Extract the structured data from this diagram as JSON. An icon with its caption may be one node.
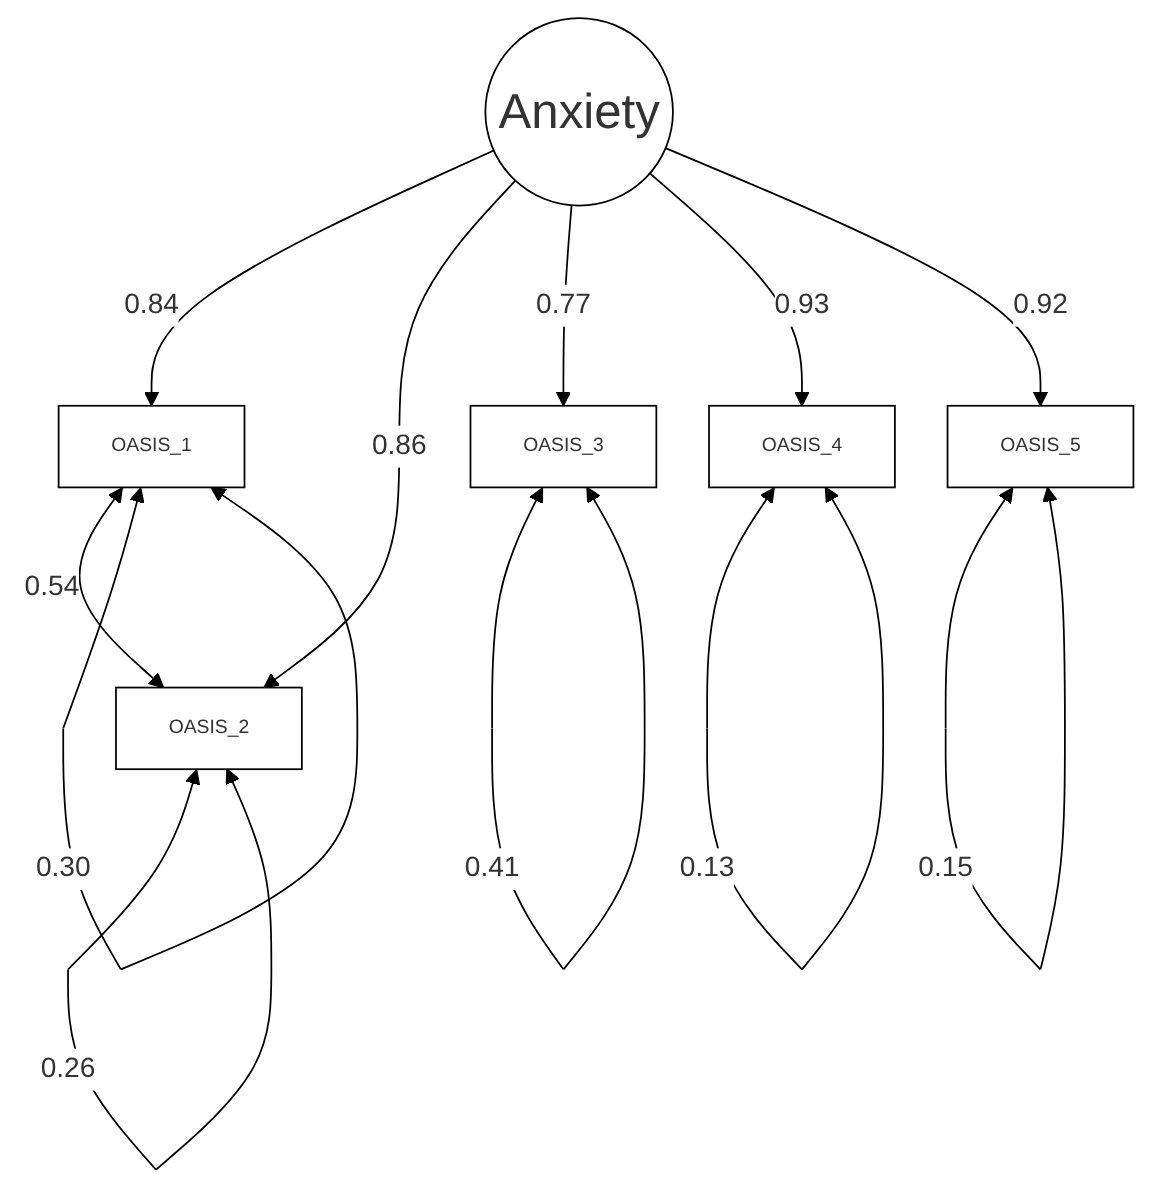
{
  "diagram": {
    "nodes": [
      {
        "text": [
          "Anxiety"
        ]
      },
      {
        "text": [
          "OASIS_1"
        ]
      },
      {
        "text": [
          "OASIS_2"
        ]
      },
      {
        "text": [
          "OASIS_3"
        ]
      },
      {
        "text": [
          "OASIS_4"
        ]
      },
      {
        "text": [
          "OASIS_5"
        ]
      }
    ],
    "edges": [
      {
        "from": 0,
        "to": 1,
        "arrow": "to",
        "label": "0.84"
      },
      {
        "from": 0,
        "to": 2,
        "arrow": "to",
        "label": "0.86"
      },
      {
        "from": 0,
        "to": 3,
        "arrow": "to",
        "label": "0.77"
      },
      {
        "from": 0,
        "to": 4,
        "arrow": "to",
        "label": "0.93"
      },
      {
        "from": 0,
        "to": 5,
        "arrow": "to",
        "label": "0.92"
      },
      {
        "from": 1,
        "to": 2,
        "arrow": "both",
        "label": "0.54"
      },
      {
        "from": 1,
        "to": 1,
        "arrow": "both",
        "label": "0.30"
      },
      {
        "from": 2,
        "to": 2,
        "arrow": "both",
        "label": "0.26"
      },
      {
        "from": 3,
        "to": 3,
        "arrow": "both",
        "label": "0.41"
      },
      {
        "from": 4,
        "to": 4,
        "arrow": "both",
        "label": "0.13"
      },
      {
        "from": 5,
        "to": 5,
        "arrow": "both",
        "label": "0.15"
      }
    ]
  }
}
